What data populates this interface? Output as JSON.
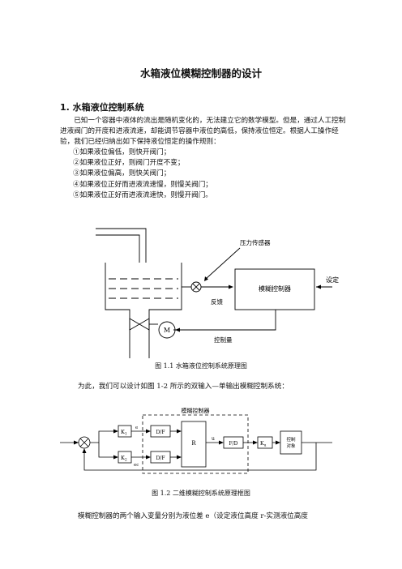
{
  "title": "水箱液位模糊控制器的设计",
  "section": {
    "heading": "1. 水箱液位控制系统"
  },
  "paragraph1": "已知一个容器中液体的流出是随机变化的，无法建立它的数学模型。但是，通过人工控制进液阀门的开度和进液流速，却能调节容器中液位的高低，保持液位恒定。根据人工操作经验，我们已经归纳出如下保持液位恒定的操作规则：",
  "rules": [
    "①如果液位偏低，则快开阀门；",
    "②如果液位正好，则阀门开度不变；",
    "③如果液位偏高，则快关阀门；",
    "④如果液位正好而进液流速慢，则慢关阀门；",
    "⑤如果液位正好而进液流速快，则慢开阀门。"
  ],
  "figure1": {
    "caption": "图 1.1  水箱液位控制系统原理图",
    "labels": {
      "pressure_sensor": "压力传感器",
      "fuzzy_controller": "模糊控制器",
      "setpoint": "设定",
      "feedback": "反馈",
      "control_quantity": "控制量",
      "motor": "M"
    }
  },
  "paragraph2": "为此，我们可以设计如图 1-2 所示的双输入—单输出模糊控制系统：",
  "figure2": {
    "caption": "图 1.2  二维模糊控制系统原理框图",
    "labels": {
      "fuzzy_controller": "模糊控制器",
      "k1": "K",
      "k1_sub": "1",
      "k2": "K",
      "k2_sub": "2",
      "df_top": "D/F",
      "df_bottom": "D/F",
      "R": "R",
      "u": "u",
      "fd": "F/D",
      "ku": "K",
      "ku_sub": "u",
      "plant_line1": "控制",
      "plant_line2": "对象",
      "e": "e",
      "ec": "ec"
    }
  },
  "paragraph3": "模糊控制器的两个输入变量分别为液位差 e（设定液位高度 r-实测液位高度"
}
